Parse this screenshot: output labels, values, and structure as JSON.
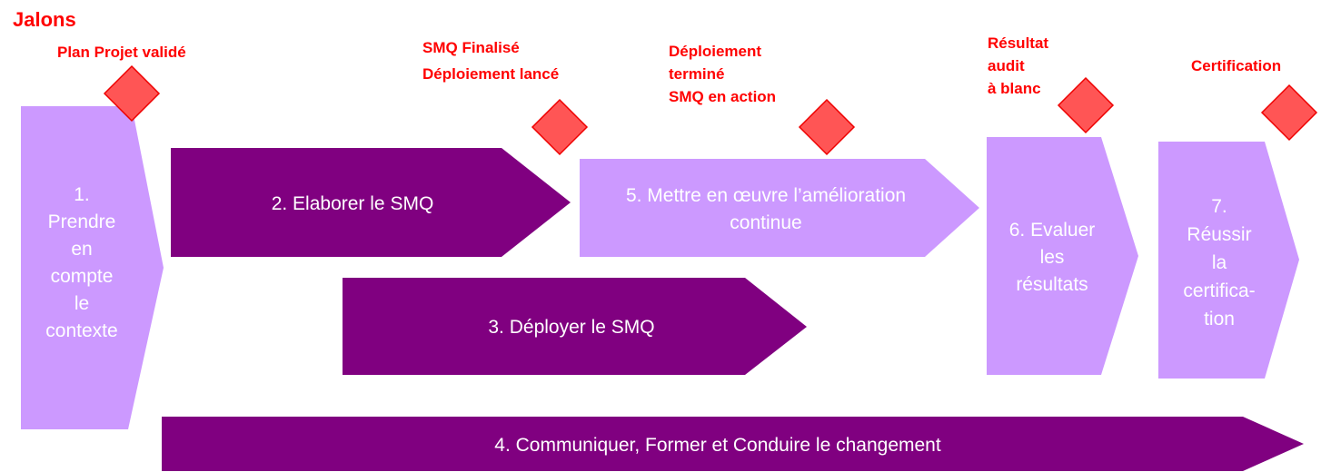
{
  "colors": {
    "dark": "#800080",
    "light": "#cc99ff",
    "milestone_text": "#ff0000",
    "diamond_fill": "#ff5555",
    "diamond_stroke": "#ee0000",
    "phase_text": "#ffffff"
  },
  "header": {
    "title": "Jalons"
  },
  "milestones": [
    {
      "lines": [
        "Plan Projet validé"
      ]
    },
    {
      "lines": [
        "SMQ Finalisé",
        "Déploiement lancé"
      ]
    },
    {
      "lines": [
        "Déploiement",
        "terminé",
        "SMQ en action"
      ]
    },
    {
      "lines": [
        "Résultat",
        "audit",
        "à blanc"
      ]
    },
    {
      "lines": [
        "Certification"
      ]
    }
  ],
  "phases": [
    {
      "lines": [
        "1.",
        "Prendre",
        "en",
        "compte",
        "le",
        "contexte"
      ]
    },
    {
      "lines": [
        "2. Elaborer le SMQ"
      ]
    },
    {
      "lines": [
        "3. Déployer le SMQ"
      ]
    },
    {
      "lines": [
        "4. Communiquer, Former et Conduire le changement"
      ]
    },
    {
      "lines": [
        "5. Mettre en œuvre  l’amélioration",
        "continue"
      ]
    },
    {
      "lines": [
        "6. Evaluer",
        "les",
        "résultats"
      ]
    },
    {
      "lines": [
        "7.",
        "Réussir",
        "la",
        "certifica-",
        "tion"
      ]
    }
  ]
}
